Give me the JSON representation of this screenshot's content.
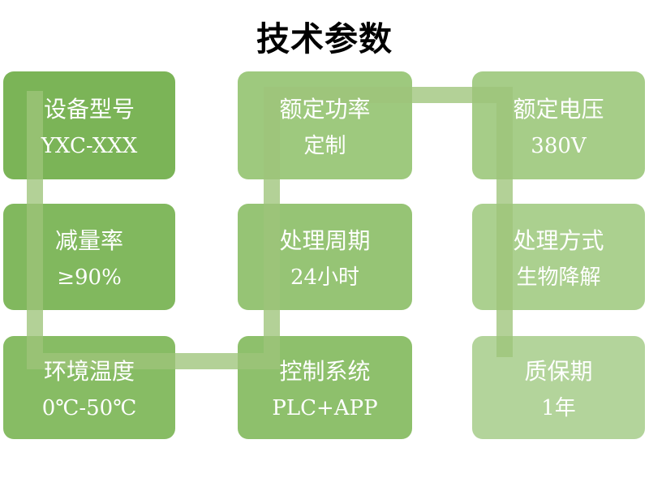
{
  "title": "技术参数",
  "connector": {
    "color": "#9ec47a",
    "description": "snake-connector"
  },
  "boxes": [
    {
      "label": "设备型号",
      "value": "YXC-XXX",
      "color": "#7bb457"
    },
    {
      "label": "额定功率",
      "value": "定制",
      "color": "#9ec97e"
    },
    {
      "label": "额定电压",
      "value": "380V",
      "color": "#a6cd88"
    },
    {
      "label": "减量率",
      "value": "≥90%",
      "color": "#81b85e"
    },
    {
      "label": "处理周期",
      "value": "24小时",
      "color": "#96c475"
    },
    {
      "label": "处理方式",
      "value": "生物降解",
      "color": "#abd08f"
    },
    {
      "label": "环境温度",
      "value": "0℃-50℃",
      "color": "#87bc64"
    },
    {
      "label": "控制系统",
      "value": "PLC+APP",
      "color": "#8ec06c"
    },
    {
      "label": "质保期",
      "value": "1年",
      "color": "#b3d49b"
    }
  ]
}
